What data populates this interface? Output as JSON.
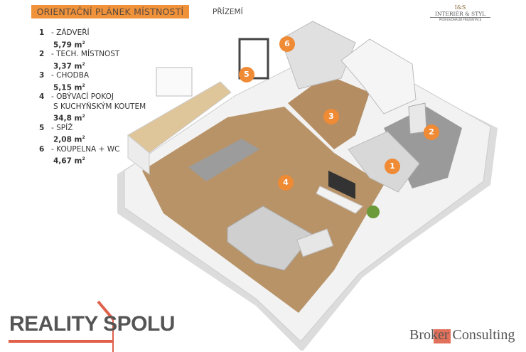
{
  "header": {
    "title": "ORIENTAČNÍ PLÁNEK MÍSTNOSTÍ",
    "floor": "PŘÍZEMÍ"
  },
  "rooms": [
    {
      "num": "1",
      "name": "- ZÁDVEŘÍ",
      "name2": "",
      "area": "5,79 m",
      "unit_sup": "2"
    },
    {
      "num": "2",
      "name": "- TECH. MÍSTNOST",
      "name2": "",
      "area": "3,37 m",
      "unit_sup": "2"
    },
    {
      "num": "3",
      "name": "- CHODBA",
      "name2": "",
      "area": "5,15 m",
      "unit_sup": "2"
    },
    {
      "num": "4",
      "name": "- OBÝVACÍ POKOJ",
      "name2": "S KUCHYŇSKÝM KOUTEM",
      "area": "34,8 m",
      "unit_sup": "2"
    },
    {
      "num": "5",
      "name": "- SPÍŽ",
      "name2": "",
      "area": "2,08 m",
      "unit_sup": "2"
    },
    {
      "num": "6",
      "name": "- KOUPELNA + WC",
      "name2": "",
      "area": "4,67 m",
      "unit_sup": "2"
    }
  ],
  "logos": {
    "interier_monogram": "I&S",
    "interier_name": "INTERIÉR & STYL",
    "interier_tag": "PROFESIONÁLNÍ PREZENTACE",
    "reality": "REALITY SPOLU",
    "broker": "Broker Consulting"
  },
  "colors": {
    "accent": "#f0923a",
    "floor_wood": "#b89368",
    "wall": "#e6e6e6"
  }
}
